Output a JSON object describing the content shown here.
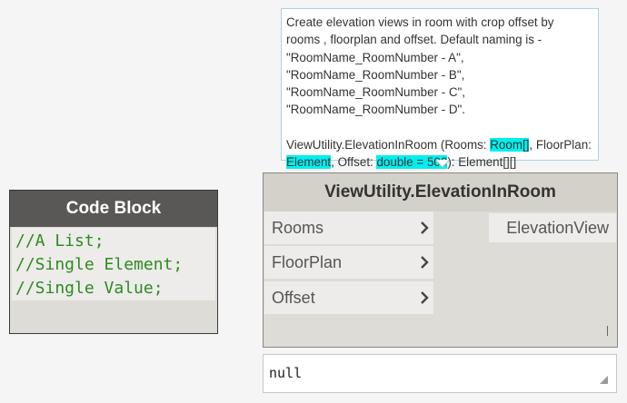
{
  "tooltip": {
    "description_lines": [
      "Create elevation views in room with crop offset by",
      "rooms , floorplan and offset. Default naming is -",
      "\"RoomName_RoomNumber - A\",",
      "\"RoomName_RoomNumber - B\",",
      "\"RoomName_RoomNumber - C\",",
      "\"RoomName_RoomNumber - D\"."
    ],
    "signature": {
      "prefix": "ViewUtility.ElevationInRoom (Rooms: ",
      "rooms_type": "Room[]",
      "floorplan_label": ", FloorPlan:",
      "floorplan_type": "Element",
      "offset_label": ", Offset: ",
      "offset_type": "double = 500",
      "suffix": "): Element[][]"
    },
    "highlight_color": "#00f0f0"
  },
  "code_block": {
    "title": "Code Block",
    "lines": [
      "//A List;",
      "//Single Element;",
      "//Single Value;"
    ],
    "code_color": "#2e8b20"
  },
  "node": {
    "title": "ViewUtility.ElevationInRoom",
    "inputs": [
      "Rooms",
      "FloorPlan",
      "Offset"
    ],
    "output": "ElevationView"
  },
  "preview": {
    "value": "null"
  }
}
